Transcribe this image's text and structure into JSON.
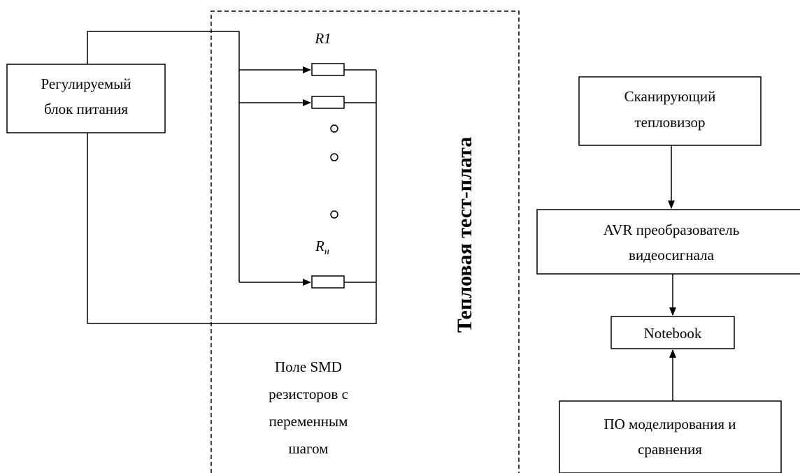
{
  "power_supply": {
    "line1": "Регулируемый",
    "line2": "блок питания"
  },
  "resistor_first": "R1",
  "resistor_last": {
    "base": "R",
    "sub": "н"
  },
  "smd_field": {
    "line1": "Поле SMD",
    "line2": "резисторов с",
    "line3": "переменным",
    "line4": "шагом"
  },
  "test_board_label": "Тепловая тест-плата",
  "scanner": {
    "line1": "Сканирующий",
    "line2": "тепловизор"
  },
  "converter": {
    "line1": "AVR преобразователь",
    "line2": "видеосигнала"
  },
  "notebook": "Notebook",
  "software": {
    "line1": "ПО моделирования и",
    "line2": "сравнения"
  }
}
